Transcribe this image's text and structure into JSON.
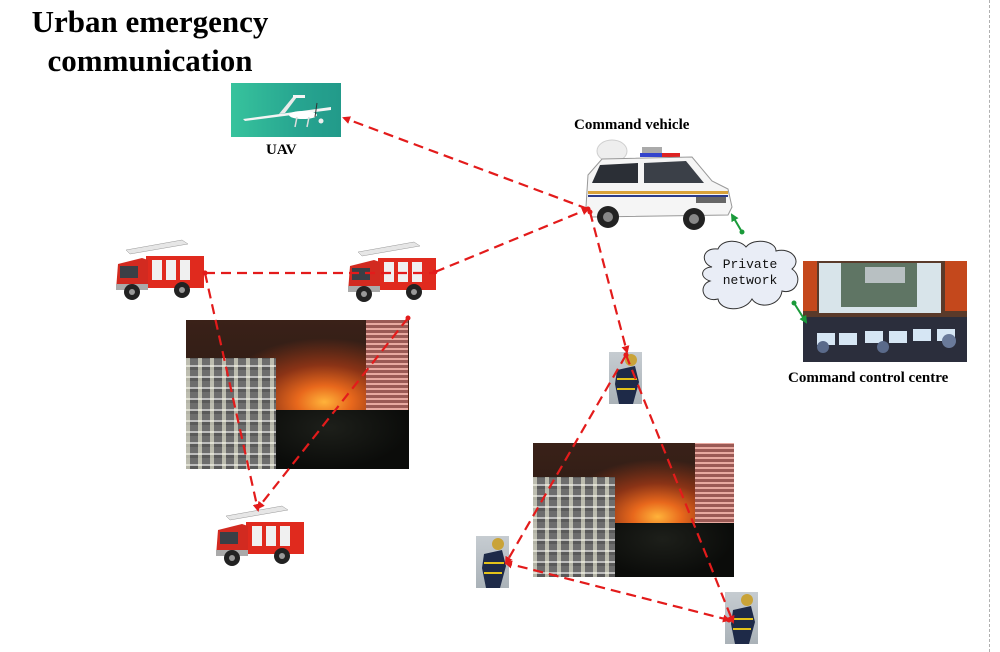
{
  "title": {
    "line1": "Urban emergency",
    "line2": "communication"
  },
  "nodes": {
    "uav": {
      "label": "UAV",
      "icon": "drone-icon"
    },
    "command_vehicle": {
      "label": "Command vehicle",
      "icon": "command-van-icon"
    },
    "private_network": {
      "line1": "Private",
      "line2": "network",
      "icon": "cloud-icon"
    },
    "command_control_centre": {
      "label": "Command control centre",
      "icon": "control-room-icon"
    },
    "fire_truck_left": {
      "icon": "fire-truck-icon"
    },
    "fire_truck_middle": {
      "icon": "fire-truck-icon"
    },
    "fire_truck_bottom": {
      "icon": "fire-truck-icon"
    },
    "fire_scene_left": {
      "icon": "fire-scene-photo"
    },
    "fire_scene_right": {
      "icon": "fire-scene-photo"
    },
    "firefighter_top": {
      "icon": "firefighter-icon"
    },
    "firefighter_left": {
      "icon": "firefighter-icon"
    },
    "firefighter_right": {
      "icon": "firefighter-icon"
    }
  },
  "links": [
    {
      "from": "command_vehicle",
      "to": "uav",
      "style": "dashed",
      "color": "#e31b1b",
      "arrow": "to"
    },
    {
      "from": "fire_truck_middle",
      "to": "command_vehicle",
      "style": "dashed",
      "color": "#e31b1b",
      "arrow": "to"
    },
    {
      "from": "fire_truck_left",
      "to": "fire_truck_middle",
      "style": "dashed",
      "color": "#e31b1b",
      "arrow": "none"
    },
    {
      "from": "fire_truck_left",
      "to": "fire_truck_bottom",
      "style": "dashed",
      "color": "#e31b1b",
      "arrow": "to"
    },
    {
      "from": "fire_truck_middle",
      "to": "fire_truck_bottom",
      "style": "dashed",
      "color": "#e31b1b",
      "arrow": "to"
    },
    {
      "from": "command_vehicle",
      "to": "firefighter_top",
      "style": "dashed",
      "color": "#e31b1b",
      "arrow": "to"
    },
    {
      "from": "firefighter_top",
      "to": "firefighter_left",
      "style": "dashed",
      "color": "#e31b1b",
      "arrow": "to"
    },
    {
      "from": "firefighter_top",
      "to": "firefighter_right",
      "style": "dashed",
      "color": "#e31b1b",
      "arrow": "to"
    },
    {
      "from": "firefighter_right",
      "to": "firefighter_left",
      "style": "dashed",
      "color": "#e31b1b",
      "arrow": "both"
    },
    {
      "from": "private_network",
      "to": "command_vehicle",
      "style": "solid",
      "color": "#1a9a3a",
      "arrow": "to"
    },
    {
      "from": "private_network",
      "to": "command_control_centre",
      "style": "solid",
      "color": "#1a9a3a",
      "arrow": "to"
    }
  ],
  "colors": {
    "link_red": "#e31b1b",
    "link_green": "#1a9a3a",
    "uav_bg": "#2aae93"
  }
}
